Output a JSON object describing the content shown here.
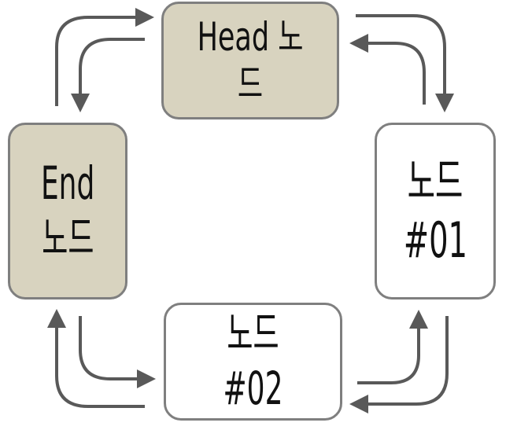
{
  "nodes": {
    "head": {
      "label": "Head 노드"
    },
    "end": {
      "line1": "End",
      "line2": "노드"
    },
    "node01": {
      "line1": "노드",
      "line2": "#01"
    },
    "node02": {
      "label": "노드#02"
    }
  },
  "colors": {
    "highlight_fill": "#d8d3bf",
    "normal_fill": "#ffffff",
    "border": "#7f7f7f",
    "arrow": "#595959"
  }
}
